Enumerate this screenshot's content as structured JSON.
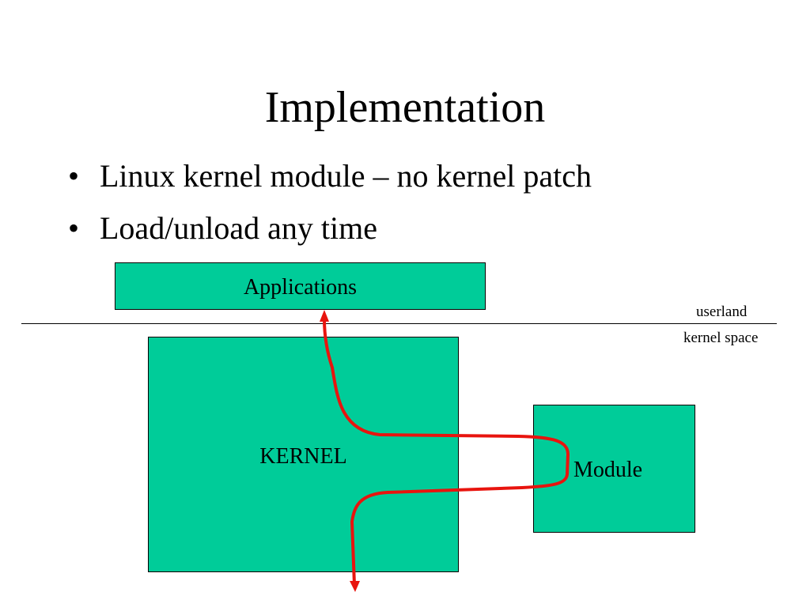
{
  "slide": {
    "title": "Implementation",
    "bullets": [
      "Linux kernel module – no kernel patch",
      "Load/unload any time"
    ],
    "bullet_char": "•"
  },
  "diagram": {
    "applications_label": "Applications",
    "kernel_label": "KERNEL",
    "module_label": "Module",
    "userland_label": "userland",
    "kernel_space_label": "kernel space"
  },
  "colors": {
    "box_fill": "#00cc99",
    "flow_arrow": "#e8140e",
    "outline": "#000000"
  }
}
